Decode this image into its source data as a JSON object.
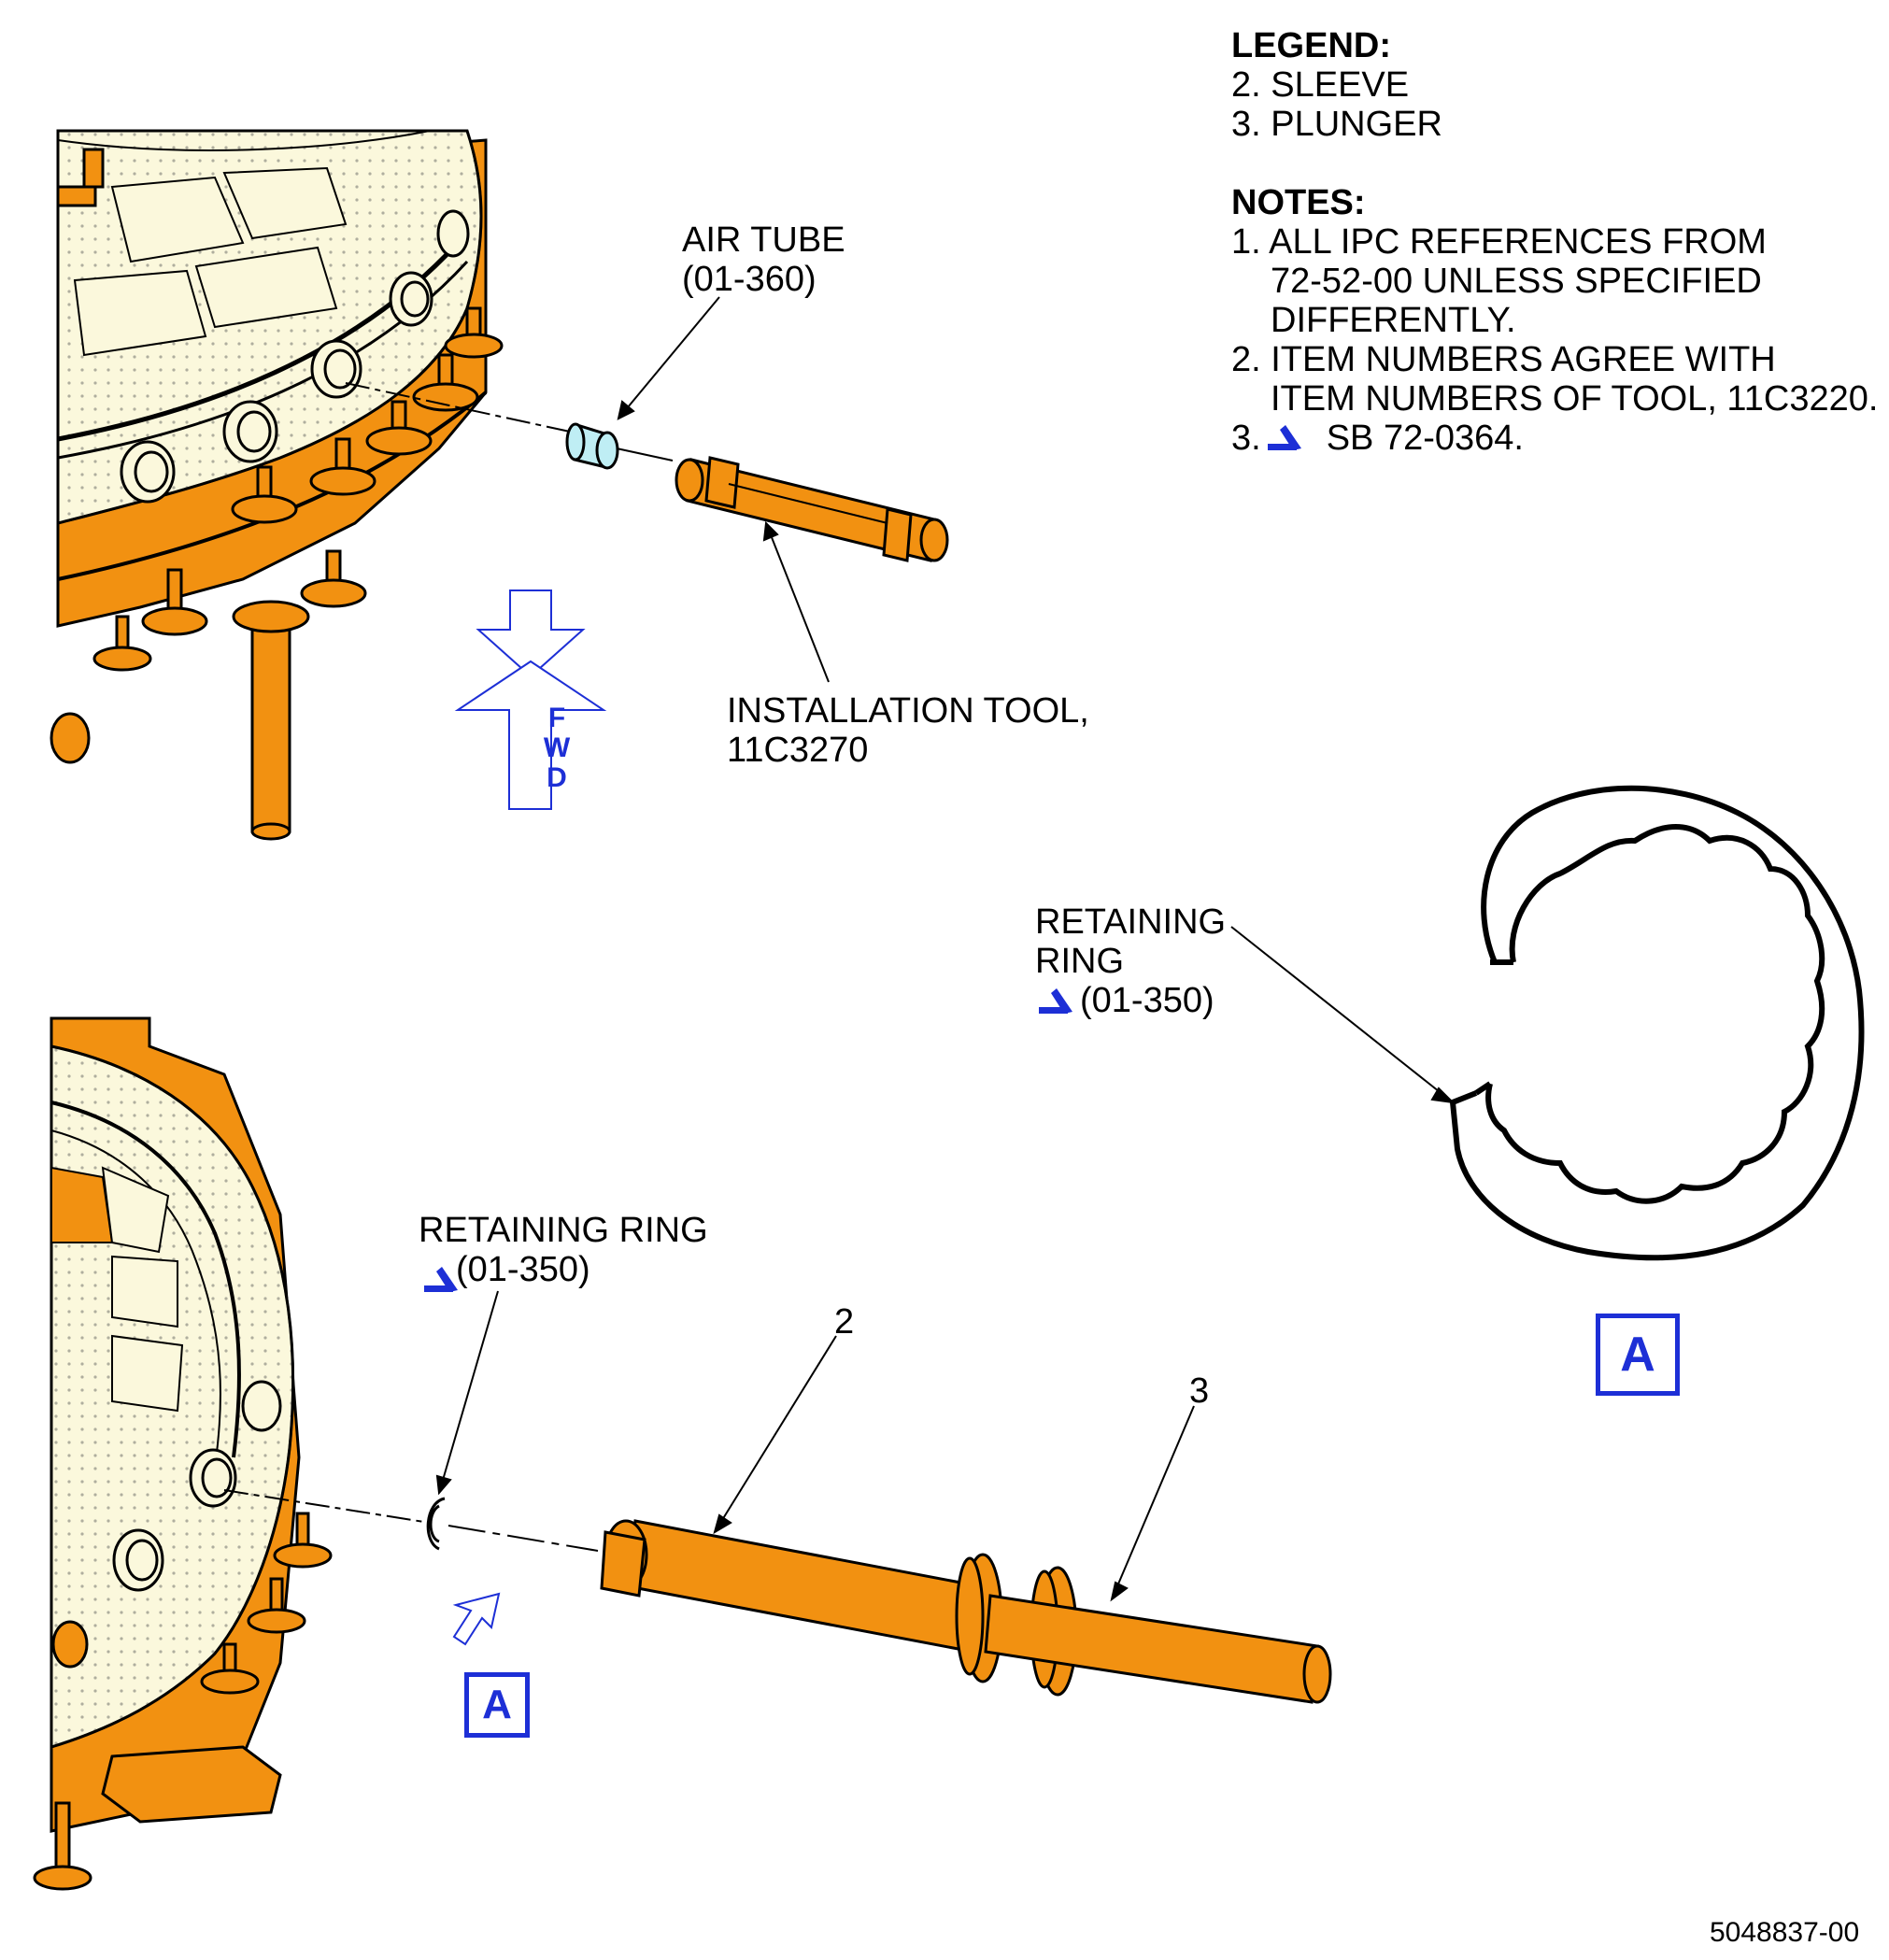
{
  "legend": {
    "heading": "LEGEND:",
    "items": [
      "2. SLEEVE",
      "3. PLUNGER"
    ]
  },
  "notes": {
    "heading": "NOTES:",
    "n1_a": "1. ALL IPC REFERENCES FROM",
    "n1_b": "72-52-00 UNLESS SPECIFIED",
    "n1_c": "DIFFERENTLY.",
    "n2_a": "2. ITEM NUMBERS AGREE WITH",
    "n2_b": "ITEM NUMBERS OF TOOL, 11C3220.",
    "n3_prefix": "3.",
    "n3_text": "SB 72-0364."
  },
  "callouts": {
    "air_tube_name": "AIR TUBE",
    "air_tube_ref": "(01-360)",
    "install_tool_name": "INSTALLATION TOOL,",
    "install_tool_pn": "11C3270",
    "retaining_ring_detail_a": "RETAINING",
    "retaining_ring_detail_b": "RING",
    "retaining_ring_detail_ref": "(01-350)",
    "retaining_ring_lower": "RETAINING RING",
    "retaining_ring_lower_ref": "(01-350)",
    "item_2": "2",
    "item_3": "3"
  },
  "view_labels": {
    "detail_a": "A",
    "view_a": "A"
  },
  "fwd_letters": [
    "F",
    "W",
    "D"
  ],
  "figure_number": "5048837-00",
  "colors": {
    "part_orange": "#f29111",
    "engine_cream": "#fbf8dc",
    "blue_ref": "#1d2fd6",
    "air_tube": "#bfeef4"
  }
}
